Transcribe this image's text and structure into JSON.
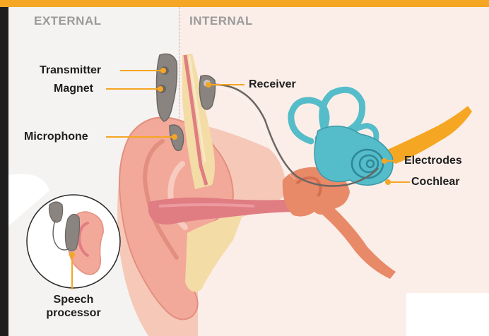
{
  "header": {
    "external": "EXTERNAL",
    "internal": "INTERNAL"
  },
  "labels": {
    "transmitter": "Transmitter",
    "magnet": "Magnet",
    "microphone": "Microphone",
    "receiver": "Receiver",
    "electrodes": "Electrodes",
    "cochlear": "Cochlear",
    "speech_processor_line1": "Speech",
    "speech_processor_line2": "processor"
  },
  "colors": {
    "accent": "#f5a623",
    "skin": "#f2a99a",
    "ear_canal": "#e07d83",
    "cochlea": "#55bcc9",
    "device": "#8a8481",
    "bone": "#f3dca6",
    "text": "#1e1e1e",
    "section_heading": "#9a9a9a"
  }
}
